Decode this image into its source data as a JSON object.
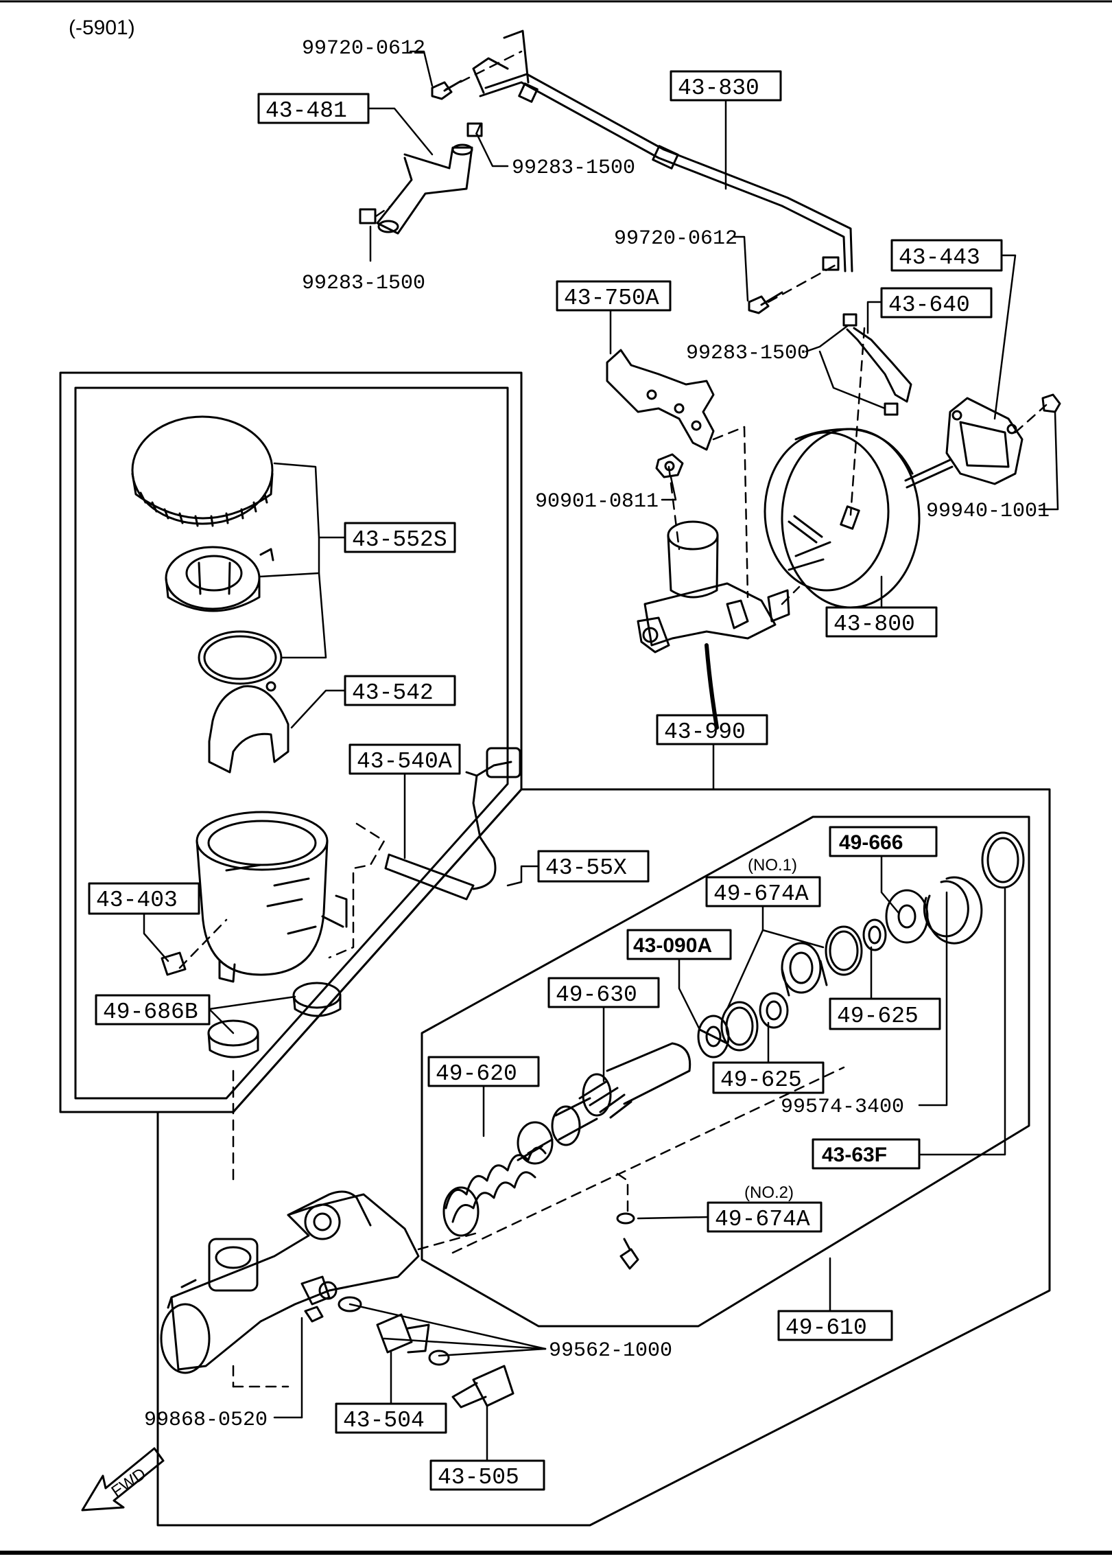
{
  "header": {
    "range_code": "(-5901)"
  },
  "fwd_label": "FWD",
  "parts": {
    "p43_481": "43-481",
    "p43_830": "43-830",
    "p43_443": "43-443",
    "p43_640": "43-640",
    "p43_750A": "43-750A",
    "p43_552S": "43-552S",
    "p43_542": "43-542",
    "p43_540A": "43-540A",
    "p43_55X": "43-55X",
    "p43_403": "43-403",
    "p49_686B": "49-686B",
    "p43_800": "43-800",
    "p43_990": "43-990",
    "p49_666": "49-666",
    "p49_674A_1": "49-674A",
    "p43_090A": "43-090A",
    "p49_630": "49-630",
    "p49_625_a": "49-625",
    "p49_625_b": "49-625",
    "p49_620": "49-620",
    "p43_63F": "43-63F",
    "p49_674A_2": "49-674A",
    "p49_610": "49-610",
    "p43_504": "43-504",
    "p43_505": "43-505"
  },
  "hardware": {
    "h99720_0612_a": "99720-0612",
    "h99283_1500_a": "99283-1500",
    "h99283_1500_b": "99283-1500",
    "h99720_0612_b": "99720-0612",
    "h99283_1500_c": "99283-1500",
    "h90901_0811": "90901-0811",
    "h99940_1001": "99940-1001",
    "h99574_3400": "99574-3400",
    "h99562_1000": "99562-1000",
    "h99868_0520": "99868-0520"
  },
  "notes": {
    "no1": "(NO.1)",
    "no2": "(NO.2)"
  }
}
